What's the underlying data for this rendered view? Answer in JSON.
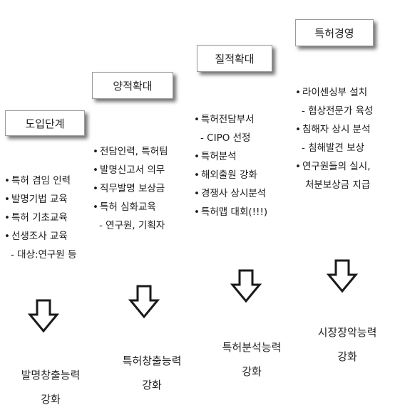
{
  "stages": [
    {
      "title": "도입단계",
      "items": [
        {
          "text": "특허 겸임 인력",
          "sub": false
        },
        {
          "text": "발명기법 교육",
          "sub": false
        },
        {
          "text": "특허 기초교육",
          "sub": false
        },
        {
          "text": "선생조사 교육",
          "sub": false
        },
        {
          "text": "대상:연구원 등",
          "sub": true
        }
      ],
      "result": [
        "발명창출능력",
        "강화"
      ]
    },
    {
      "title": "양적확대",
      "items": [
        {
          "text": "전담인력, 특허팀",
          "sub": false
        },
        {
          "text": "발명신고서 의무",
          "sub": false
        },
        {
          "text": "직무발명 보상금",
          "sub": false
        },
        {
          "text": "특허 심화교육",
          "sub": false
        },
        {
          "text": "연구원, 기획자",
          "sub": true
        }
      ],
      "result": [
        "특허창출능력",
        "강화"
      ]
    },
    {
      "title": "질적확대",
      "items": [
        {
          "text": "특허전담부서",
          "sub": false
        },
        {
          "text": "CIPO 선정",
          "sub": true
        },
        {
          "text": "특허분석",
          "sub": false
        },
        {
          "text": "해외출원 강화",
          "sub": false
        },
        {
          "text": "경쟁사 상시분석",
          "sub": false
        },
        {
          "text": "특허맵 대회(!!!)",
          "sub": false
        }
      ],
      "result": [
        "특허분석능력",
        "강화"
      ]
    },
    {
      "title": "특허경영",
      "items": [
        {
          "text": "라이센싱부 설치",
          "sub": false
        },
        {
          "text": "협상전문가 육성",
          "sub": true
        },
        {
          "text": "침해자 상시 분석",
          "sub": false
        },
        {
          "text": "침해발견 보상",
          "sub": true
        },
        {
          "text": "연구원들의 실시,",
          "sub": false
        },
        {
          "text": "처분보상금 지급",
          "sub": "cont"
        }
      ],
      "result": [
        "시장장악능력",
        "강화"
      ]
    }
  ]
}
